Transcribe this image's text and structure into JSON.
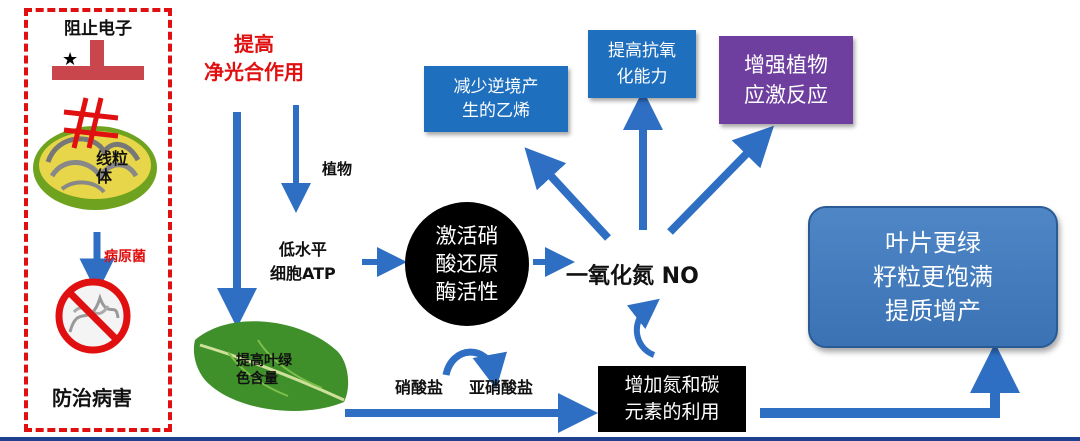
{
  "left_panel": {
    "block_electron": "阻止电子",
    "mitochondria_label": "线粒\n体",
    "pathogen_label": "病原菌",
    "prevent_disease": "防治病害"
  },
  "photosynthesis": "提高\n净光合作用",
  "plant_label": "植物",
  "low_atp": "低水平\n细胞ATP",
  "chlorophyll": "提高叶绿\n色含量",
  "activate_nr": "激活硝\n酸还原\n酶活性",
  "nitrate": "硝酸盐",
  "nitrite": "亚硝酸盐",
  "nitric_oxide": "一氧化氮 NO",
  "increase_nc": "增加氮和碳\n元素的利用",
  "reduce_ethylene": "减少逆境产\n生的乙烯",
  "antioxidant": "提高抗氧\n化能力",
  "stress_response": "增强植物\n应激反应",
  "result": "叶片更绿\n籽粒更饱满\n提质增产",
  "colors": {
    "blue": "#1f6fbf",
    "purple": "#6f3fa0",
    "red": "#e01010",
    "arrow": "#2e6fc4",
    "result": "#4a80c0"
  }
}
